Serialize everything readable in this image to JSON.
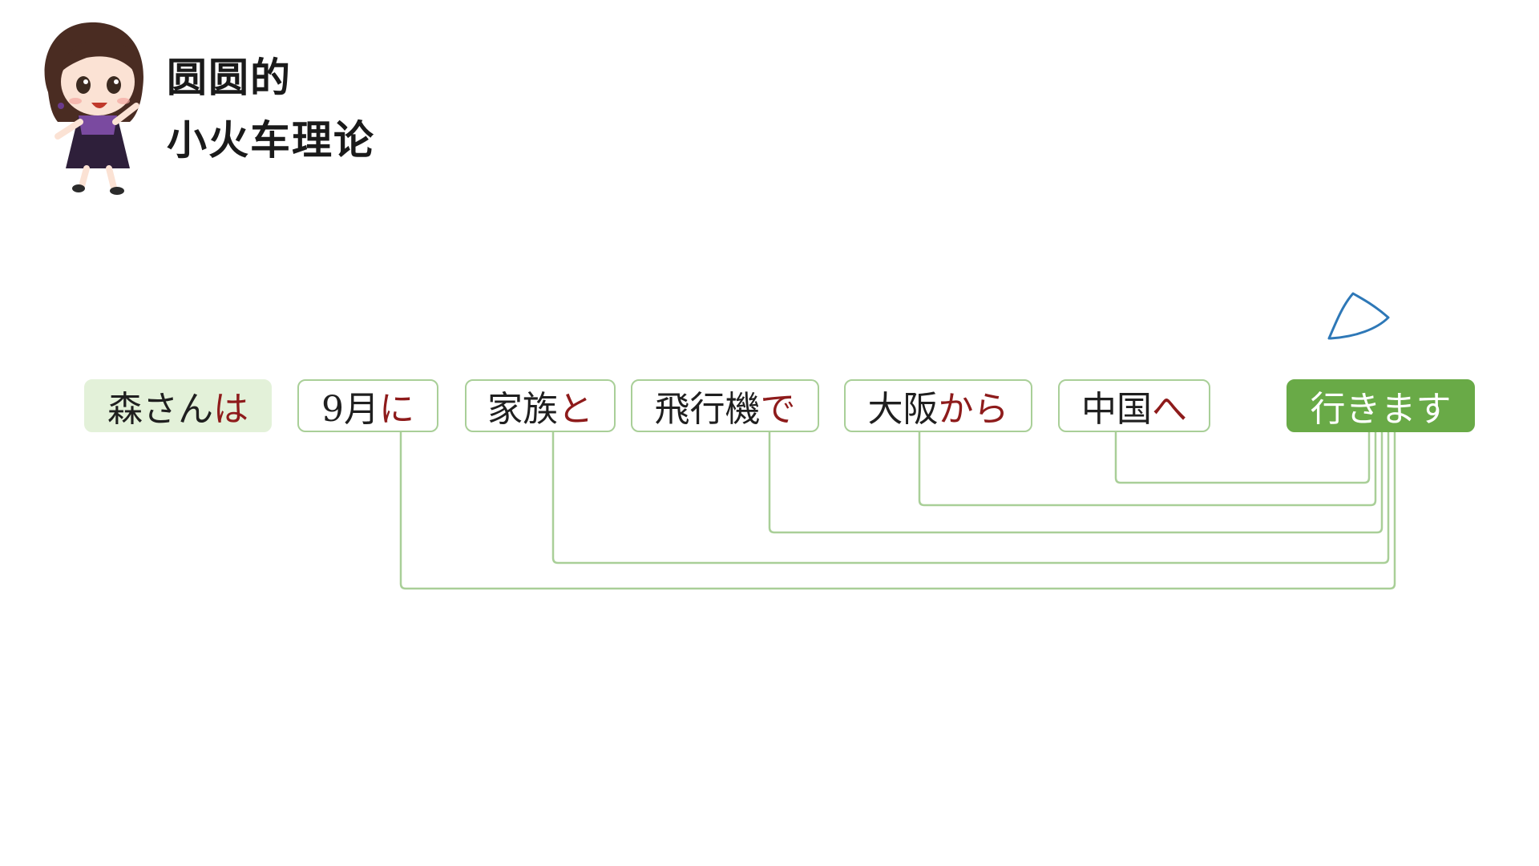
{
  "header": {
    "title_line1": "圆圆的",
    "title_line2": "小火车理论"
  },
  "sentence": {
    "topic": {
      "noun": "森さん",
      "particle": "は"
    },
    "phrases": [
      {
        "noun": "9月",
        "particle": "に"
      },
      {
        "noun": "家族",
        "particle": "と"
      },
      {
        "noun": "飛行機",
        "particle": "で"
      },
      {
        "noun": "大阪",
        "particle": "から"
      },
      {
        "noun": "中国",
        "particle": "へ"
      }
    ],
    "verb": "行きます"
  },
  "colors": {
    "particle": "#8e1b1b",
    "chip_border": "#a9cf98",
    "topic_bg": "#e3f1d9",
    "verb_bg": "#69aa47",
    "connector": "#a9cf98",
    "sketch": "#2e78b7"
  },
  "icons": {
    "avatar": "cartoon-girl-avatar",
    "sketch": "hand-drawn-triangle-icon"
  }
}
